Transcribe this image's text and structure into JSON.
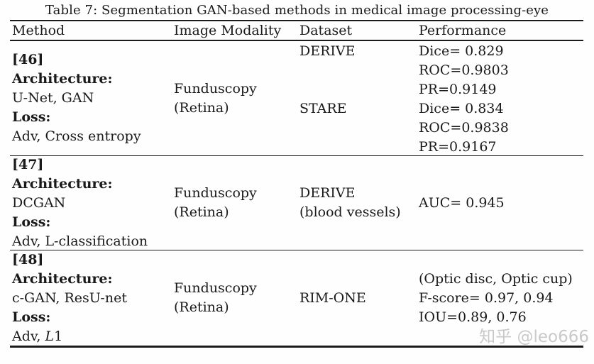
{
  "title": "Table 7: Segmentation GAN-based methods in medical image processing-eye",
  "columns": [
    "Method",
    "Image Modality",
    "Dataset",
    "Performance"
  ],
  "rows": [
    {
      "method": {
        "ref": "[46]",
        "architecture_label": "Architecture:",
        "architecture": "U-Net, GAN",
        "loss_label": "Loss:",
        "loss_prefix": "Adv, Cross entropy",
        "loss_math": "",
        "loss_rest": ""
      },
      "modality": [
        "Funduscopy",
        "(Retina)"
      ],
      "datasets": [
        "DERIVE",
        "STARE"
      ],
      "performance": [
        "Dice= 0.829",
        "ROC=0.9803",
        "PR=0.9149",
        "Dice= 0.834",
        "ROC=0.9838",
        "PR=0.9167"
      ]
    },
    {
      "method": {
        "ref": "[47]",
        "architecture_label": "Architecture:",
        "architecture": "DCGAN",
        "loss_label": "Loss:",
        "loss_prefix": "Adv, L-classification",
        "loss_math": "",
        "loss_rest": ""
      },
      "modality": [
        "Funduscopy",
        "(Retina)"
      ],
      "datasets": [
        "DERIVE",
        "(blood vessels)"
      ],
      "performance": [
        "AUC= 0.945"
      ]
    },
    {
      "method": {
        "ref": "[48]",
        "architecture_label": "Architecture:",
        "architecture": "c-GAN, ResU-net",
        "loss_label": "Loss:",
        "loss_prefix": "Adv, ",
        "loss_math": "L",
        "loss_rest": "1"
      },
      "modality": [
        "Funduscopy",
        "(Retina)"
      ],
      "datasets": [
        "RIM-ONE"
      ],
      "performance": [
        "(Optic disc, Optic cup)",
        "F-score= 0.97, 0.94",
        "IOU=0.89, 0.76"
      ]
    }
  ],
  "watermark": "知乎 @leo666",
  "colors": {
    "rule": "#1b1b1b",
    "text": "#1a1a1a",
    "watermark": "#c9c9c9",
    "background": "#fefefe"
  }
}
